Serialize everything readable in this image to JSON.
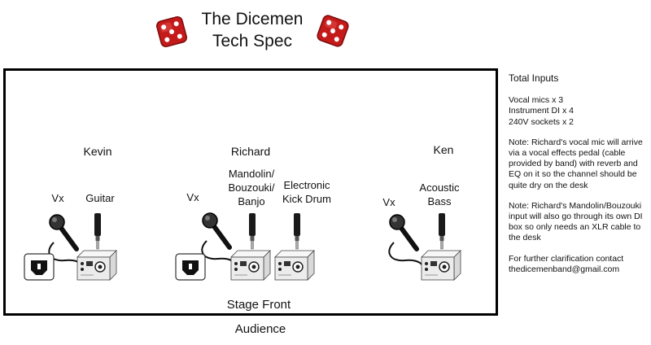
{
  "title": {
    "line1": "The Dicemen",
    "line2": "Tech Spec"
  },
  "icons": {
    "dice": "dice-icon",
    "mic": "microphone-icon",
    "jack": "jack-cable-icon",
    "di": "di-box-icon",
    "socket": "power-socket-icon"
  },
  "colors": {
    "dice": "#c41a1a",
    "box": "#f2f2f2",
    "stage_border": "#000000"
  },
  "stage": {
    "kevin": {
      "name": "Kevin",
      "vx": "Vx",
      "inst": "Guitar"
    },
    "richard": {
      "name": "Richard",
      "vx": "Vx",
      "inst1": [
        "Mandolin/",
        "Bouzouki/",
        "Banjo"
      ],
      "inst2": [
        "Electronic",
        "Kick Drum"
      ]
    },
    "ken": {
      "name": "Ken",
      "vx": "Vx",
      "inst": [
        "Acoustic",
        "Bass"
      ]
    },
    "front_label": "Stage Front"
  },
  "audience_label": "Audience",
  "notes": {
    "heading": "Total Inputs",
    "inputs": [
      "Vocal mics x 3",
      "Instrument DI x 4",
      "240V sockets x 2"
    ],
    "note1": "Note: Richard's vocal mic will arrive via a vocal effects pedal (cable provided by band) with reverb and EQ on it so the channel should be quite dry on the desk",
    "note2": "Note: Richard's Mandolin/Bouzouki input will also go through its own DI box so only needs an XLR cable to the desk",
    "contact": "For further clarification contact thedicemenband@gmail.com"
  }
}
